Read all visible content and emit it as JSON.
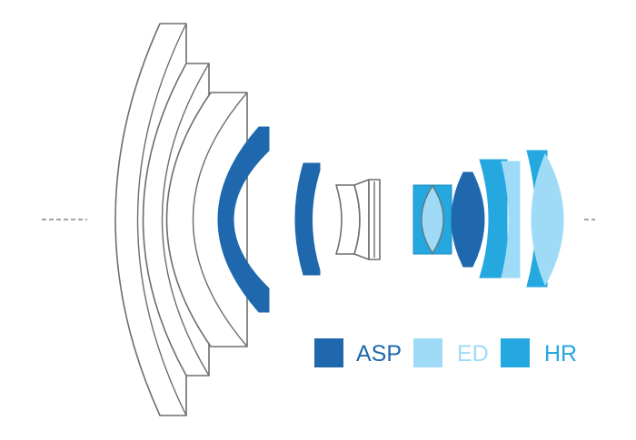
{
  "colors": {
    "asp": "#1f68ad",
    "ed": "#9fdbf7",
    "hr": "#25a7df",
    "outline": "#6e6e6e"
  },
  "legend": {
    "items": [
      {
        "key": "asp",
        "label": "ASP",
        "color": "#1f68ad",
        "text_color": "#1f68ad"
      },
      {
        "key": "ed",
        "label": "ED",
        "color": "#9fdbf7",
        "text_color": "#9fdbf7"
      },
      {
        "key": "hr",
        "label": "HR",
        "color": "#25a7df",
        "text_color": "#25a7df"
      }
    ]
  }
}
